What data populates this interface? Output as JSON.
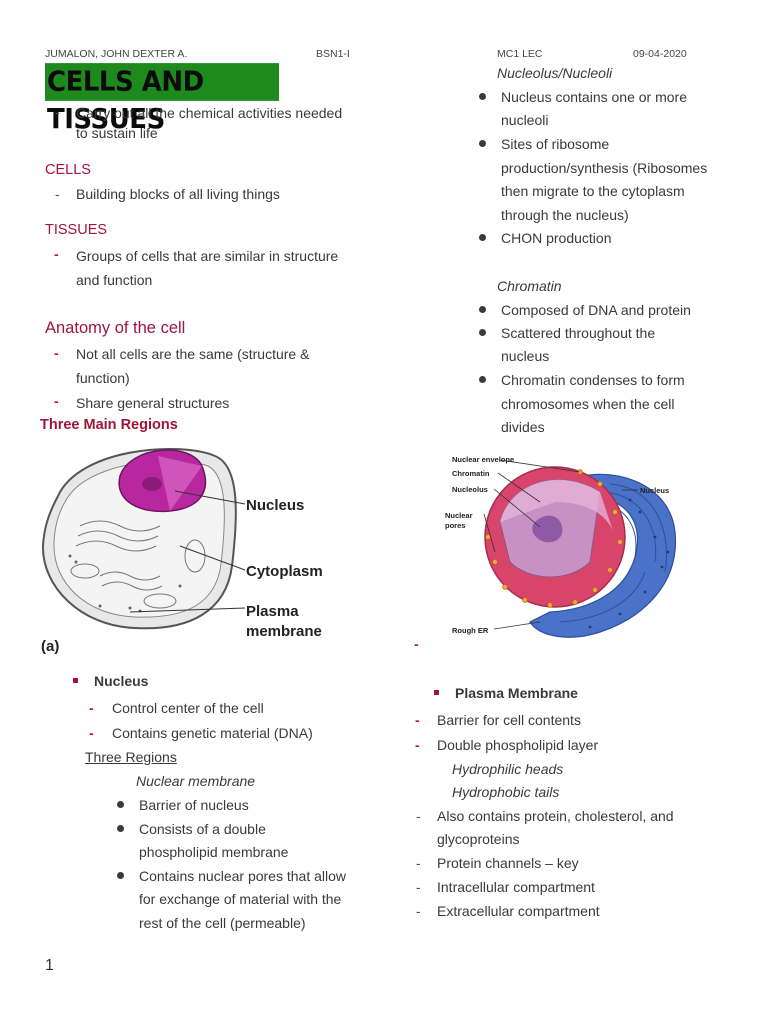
{
  "header": {
    "author": "JUMALON, JOHN DEXTER A.",
    "section": "BSN1-I",
    "course": "MC1 LEC",
    "date": "09-04-2020"
  },
  "title": "CELLS AND TISSUES",
  "left": {
    "intro": [
      "Carry out all the chemical activities needed",
      "to sustain life"
    ],
    "cells_heading": "CELLS",
    "cells_item": "Building blocks of all living things",
    "tissues_heading": "TISSUES",
    "tissues_item": [
      "Groups of cells that are similar in structure",
      "and function"
    ],
    "anatomy_heading": "Anatomy of the cell",
    "anatomy_items": [
      "Not all cells are the same (structure &",
      "function)",
      "Share general structures"
    ],
    "regions_heading": "Three Main Regions",
    "figure1": {
      "labels": [
        "Nucleus",
        "Cytoplasm",
        "Plasma",
        "membrane",
        "(a)"
      ]
    },
    "nucleus_heading": "Nucleus",
    "nucleus_items": [
      "Control center of the cell",
      "Contains genetic material (DNA)"
    ],
    "three_regions": "Three Regions",
    "nuclear_membrane": "Nuclear membrane",
    "membrane_items": [
      "Barrier of nucleus",
      "Consists of a double",
      "phospholipid membrane",
      "Contains nuclear pores that allow",
      "for exchange of material with the",
      "rest of the cell (permeable)"
    ]
  },
  "right": {
    "nucleolus_heading": "Nucleolus/Nucleoli",
    "nucleolus_items": [
      "Nucleus contains one or more",
      "nucleoli",
      "Sites of ribosome",
      "production/synthesis (Ribosomes",
      "then migrate to the cytoplasm",
      "through the nucleus)",
      "CHON production"
    ],
    "chromatin_heading": "Chromatin",
    "chromatin_items": [
      "Composed of DNA and protein",
      "Scattered throughout the",
      "nucleus",
      "Chromatin condenses to form",
      "chromosomes when the cell",
      "divides"
    ],
    "figure2": {
      "labels": [
        "Nuclear envelope",
        "Chromatin",
        "Nucleolus",
        "Nuclear",
        "pores",
        "Nucleus",
        "Rough ER"
      ]
    },
    "plasma_heading": "Plasma Membrane",
    "plasma_items": [
      "Barrier for cell contents",
      "Double phospholipid layer",
      "Hydrophilic heads",
      "Hydrophobic tails",
      "Also contains protein, cholesterol, and",
      "glycoproteins",
      "Protein channels – key",
      "Intracellular compartment",
      "Extracellular compartment"
    ]
  },
  "page_number": "1",
  "colors": {
    "heading": "#a0143c",
    "title_bg": "#1e8a1e",
    "nucleus_purple": "#b8279f",
    "envelope_pink": "#d9446a",
    "er_blue": "#4a72c8"
  }
}
